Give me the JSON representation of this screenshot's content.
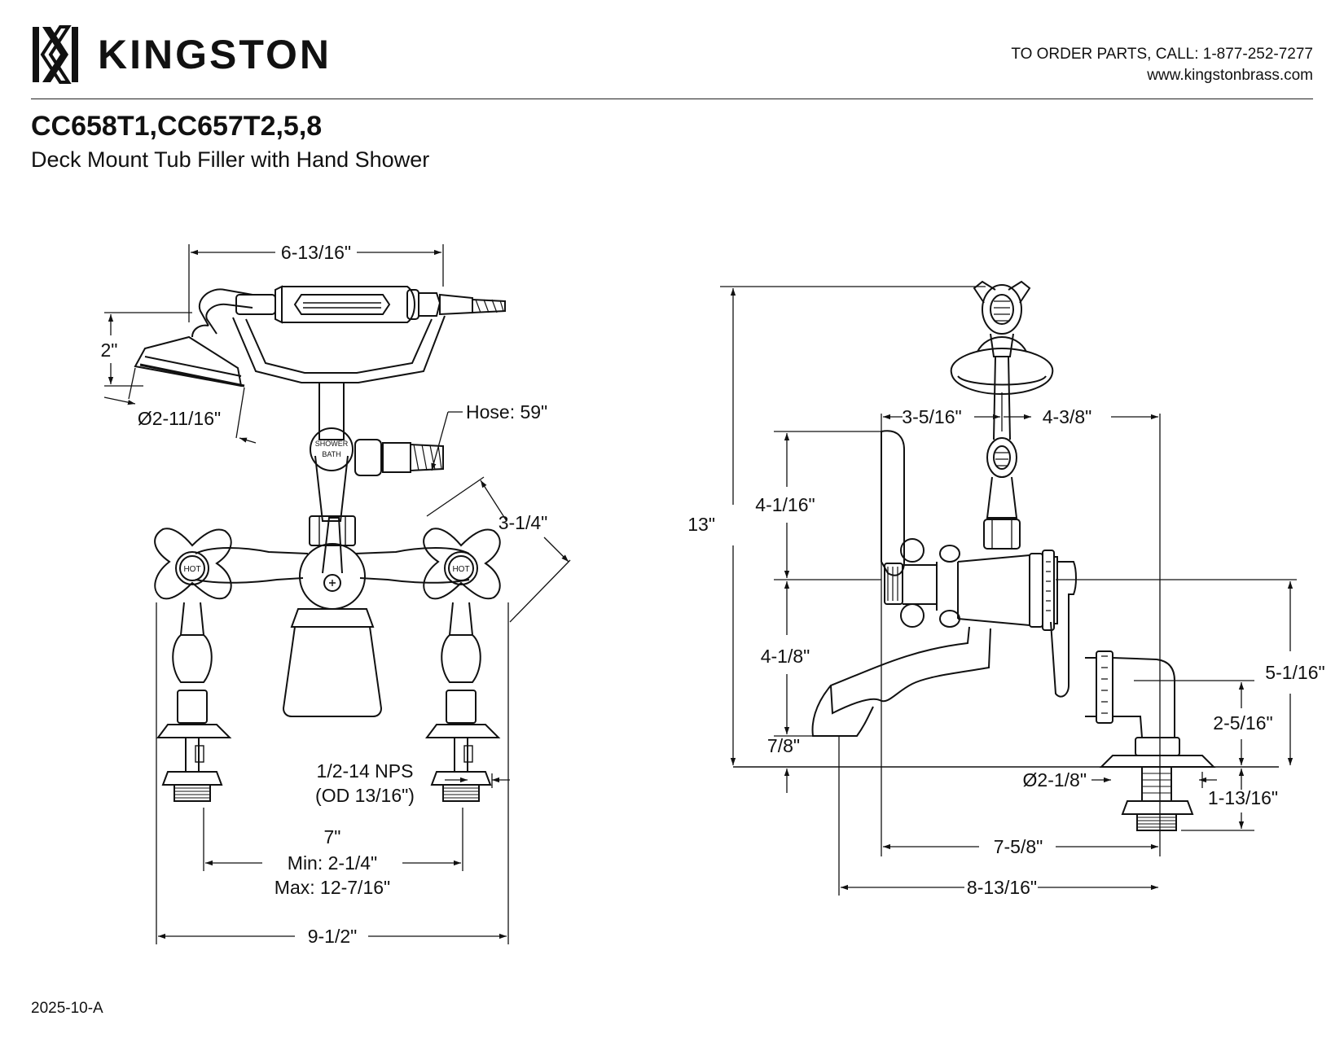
{
  "header": {
    "brand_name": "KINGSTON",
    "logo_icon": "kingston-k-monogram-icon",
    "order_line": "TO ORDER PARTS, CALL: 1-877-252-7277",
    "website": "www.kingstonbrass.com"
  },
  "title": {
    "model": "CC658T1,CC657T2,5,8",
    "description": "Deck Mount Tub Filler with Hand Shower"
  },
  "front_view": {
    "width_top": "6-13/16\"",
    "shower_height": "2\"",
    "shower_diameter": "Ø2-11/16\"",
    "hose": "Hose: 59\"",
    "handle_diagonal": "3-1/4\"",
    "handle_label_left": "HOT",
    "handle_label_right": "HOT",
    "diverter_top": "SHOWER",
    "diverter_bottom": "BATH",
    "thread_line1": "1/2-14 NPS",
    "thread_line2": "(OD 13/16\")",
    "spread_nominal": "7\"",
    "spread_min": "Min: 2-1/4\"",
    "spread_max": "Max: 12-7/16\"",
    "overall_width": "9-1/2\""
  },
  "side_view": {
    "total_height": "13\"",
    "depth_front": "3-5/16\"",
    "depth_back": "4-3/8\"",
    "upper_height": "4-1/16\"",
    "lower_height": "4-1/8\"",
    "spout_clearance": "7/8\"",
    "outlet_height": "5-1/16\"",
    "inlet_height": "2-5/16\"",
    "flange_diameter": "Ø2-1/8\"",
    "shank_length": "1-13/16\"",
    "depth_mid": "7-5/8\"",
    "depth_total": "8-13/16\""
  },
  "footer": {
    "revision": "2025-10-A"
  }
}
